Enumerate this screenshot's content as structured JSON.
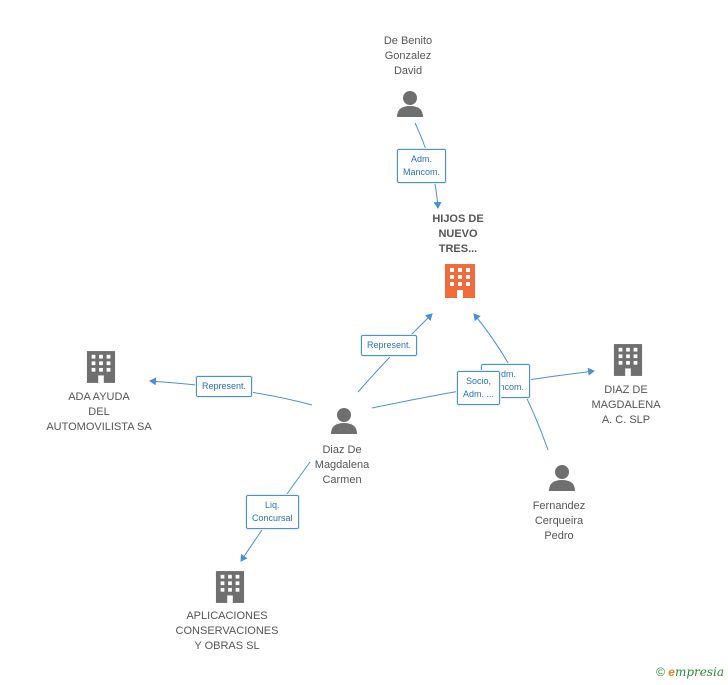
{
  "nodes": {
    "de_benito": {
      "label": "De Benito\nGonzalez\nDavid",
      "type": "person"
    },
    "hijos": {
      "label": "HIJOS DE\nNUEVO\nTRES...",
      "type": "company-main"
    },
    "ada": {
      "label": "ADA AYUDA\nDEL\nAUTOMOVILISTA SA",
      "type": "company"
    },
    "diaz_carmen": {
      "label": "Diaz De\nMagdalena\nCarmen",
      "type": "person"
    },
    "diaz_slp": {
      "label": "DIAZ DE\nMAGDALENA\nA.  C. SLP",
      "type": "company"
    },
    "fernandez": {
      "label": "Fernandez\nCerqueira\nPedro",
      "type": "person"
    },
    "aplicaciones": {
      "label": "APLICACIONES\nCONSERVACIONES\nY OBRAS  SL",
      "type": "company"
    }
  },
  "edges": {
    "e1": "Adm.\nMancom.",
    "e2": "Represent.",
    "e3": "Represent.",
    "e4": "Adm.\nMancom.",
    "e5": "Socio,\nAdm. ...",
    "e6": "Liq.\nConcursal"
  },
  "colors": {
    "person": "#6f6f6f",
    "company": "#6f6f6f",
    "main": "#f26b3a",
    "edge": "#4a8fd9"
  },
  "footer": {
    "copyright": "©",
    "brand_e": "e",
    "brand_rest": "mpresia"
  }
}
